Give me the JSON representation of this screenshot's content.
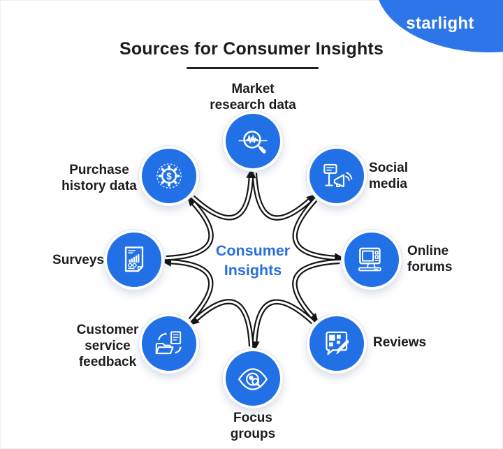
{
  "brand": {
    "name": "starlight"
  },
  "header": {
    "title": "Sources for Consumer Insights"
  },
  "center_label": {
    "line1": "Consumer",
    "line2": "Insights"
  },
  "nodes": [
    {
      "id": "market-research-data",
      "label": "Market\nresearch data",
      "icon": "magnifier-pulse-chart-icon"
    },
    {
      "id": "social-media",
      "label": "Social\nmedia",
      "icon": "screen-megaphone-icon"
    },
    {
      "id": "online-forums",
      "label": "Online\nforums",
      "icon": "desktop-computer-icon"
    },
    {
      "id": "reviews",
      "label": "Reviews",
      "icon": "review-bubble-pencil-icon"
    },
    {
      "id": "focus-groups",
      "label": "Focus\ngroups",
      "icon": "eye-magnifier-icon"
    },
    {
      "id": "customer-service-feedback",
      "label": "Customer\nservice\nfeedback",
      "icon": "folder-sync-arrows-icon"
    },
    {
      "id": "surveys",
      "label": "Surveys",
      "icon": "survey-report-icon"
    },
    {
      "id": "purchase-history-data",
      "label": "Purchase\nhistory data",
      "icon": "dollar-gear-icon"
    }
  ],
  "colors": {
    "node_blue": "#2170e6",
    "brand_blue": "#2d76ea",
    "center_text_blue": "#2b6fdd",
    "arrow_black": "#141414",
    "label_text": "#1c1c1e"
  }
}
